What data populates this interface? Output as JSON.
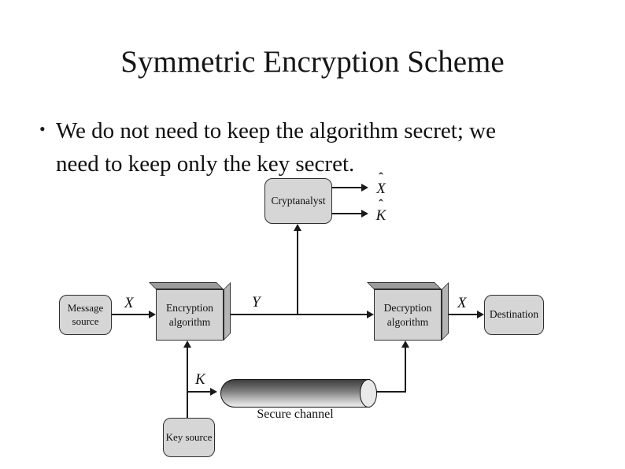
{
  "slide": {
    "title": "Symmetric Encryption Scheme",
    "bullet_glyph": "•",
    "bullet_lines": [
      "We do not need to keep the algorithm secret; we",
      "need to keep only the key secret."
    ]
  },
  "diagram": {
    "nodes": {
      "cryptanalyst": {
        "label": "Cryptanalyst"
      },
      "message_source": {
        "label": "Message source"
      },
      "encryption": {
        "label": "Encryption algorithm"
      },
      "decryption": {
        "label": "Decryption algorithm"
      },
      "destination": {
        "label": "Destination"
      },
      "key_source": {
        "label": "Key source"
      },
      "secure_channel": {
        "label": "Secure channel"
      }
    },
    "labels": {
      "plaintext_in": "X",
      "ciphertext": "Y",
      "plaintext_out": "X",
      "key": "K"
    },
    "estimates": {
      "hat_glyph": "ˆ",
      "plaintext_estimate_letter": "X",
      "key_estimate_letter": "K"
    },
    "colors": {
      "box_fill": "#d6d6d6",
      "box_border": "#2e2e2e",
      "box_top_face": "#9c9c9c",
      "box_side_face": "#b5b5b5",
      "line_color": "#1a1a1a",
      "cylinder_cap_fill": "#e9e9e9"
    }
  }
}
